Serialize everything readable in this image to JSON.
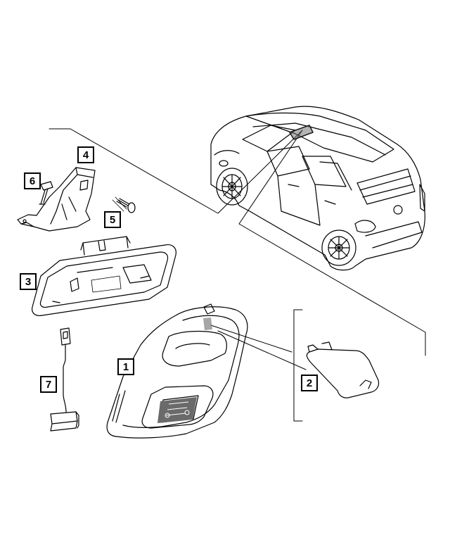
{
  "diagram": {
    "callouts": [
      {
        "id": "part-1",
        "label": "1"
      },
      {
        "id": "part-2",
        "label": "2"
      },
      {
        "id": "part-3",
        "label": "3"
      },
      {
        "id": "part-4",
        "label": "4"
      },
      {
        "id": "part-5",
        "label": "5"
      },
      {
        "id": "part-6",
        "label": "6"
      },
      {
        "id": "part-7",
        "label": "7"
      }
    ],
    "colors": {
      "line": "#000000",
      "background": "#ffffff",
      "shade": "#6a6a6a"
    }
  }
}
